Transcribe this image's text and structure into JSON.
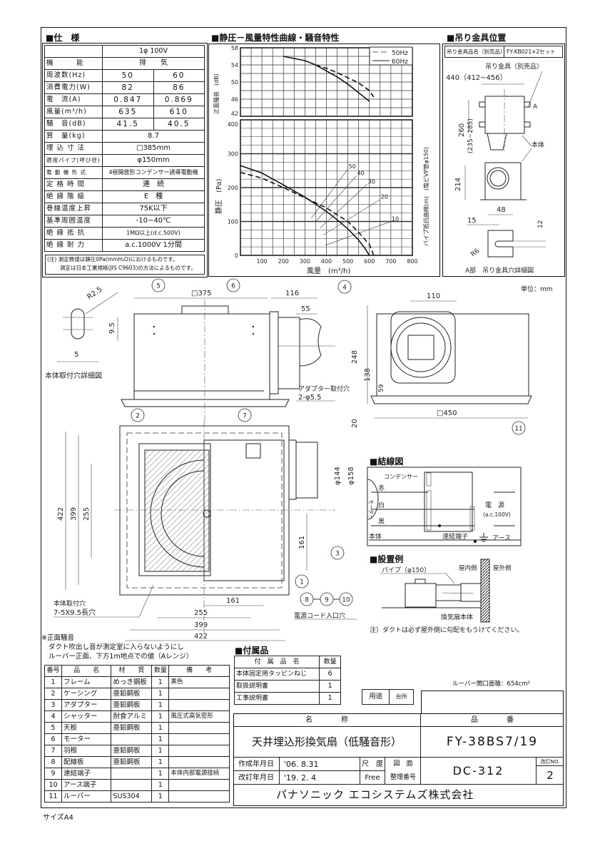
{
  "spec": {
    "title": "■仕　様",
    "voltage": "1φ 100V",
    "rows": [
      {
        "label": "機　　　能",
        "value": "排　　気"
      },
      {
        "label": "周波数(Hz)",
        "v50": "50",
        "v60": "60"
      },
      {
        "label": "消費電力(W)",
        "v50": "82",
        "v60": "86"
      },
      {
        "label": "電　流(A)",
        "v50": "0.847",
        "v60": "0.869"
      },
      {
        "label": "風量(m³/h)",
        "v50": "635",
        "v60": "610"
      },
      {
        "label": "騒　音(dB)",
        "v50": "41.5",
        "v60": "40.5"
      },
      {
        "label": "質　量(kg)",
        "value": "8.7"
      },
      {
        "label": "埋 込 寸 法",
        "value": "□385mm"
      },
      {
        "label": "適用パイプ(呼び径)",
        "value": "φ150mm"
      },
      {
        "label": "電 動 機 形 式",
        "value": "4極開放形コンデンサー誘導電動機"
      },
      {
        "label": "定 格 時 間",
        "value": "連　続"
      },
      {
        "label": "絶 縁 階 級",
        "value": "E　種"
      },
      {
        "label": "巻線温度上昇",
        "value": "75K以下"
      },
      {
        "label": "基準周囲温度",
        "value": "-10~40℃"
      },
      {
        "label": "絶 縁 抵 抗",
        "value": "1MΩ以上(d.c.500V)"
      },
      {
        "label": "絶 縁 耐 力",
        "value": "a.c.1000V 1分間"
      }
    ],
    "note1": "(注) 測定数値は静圧0Pa(mmH₂O)におけるものです。",
    "note2": "測定は日本工業規格(JIS C9603)の方法によるものです。"
  },
  "chart_section": {
    "title": "■静圧－風量特性曲線・騒音特性"
  },
  "chart_data": {
    "type": "line",
    "title": "静圧－風量特性曲線・騒音特性",
    "xlabel": "風量　(m³/h)",
    "x_ticks": [
      "100",
      "200",
      "300",
      "400",
      "500",
      "600",
      "700",
      "800"
    ],
    "xlim": [
      0,
      800
    ],
    "noise": {
      "ylabel": "正面騒音　(dB)",
      "ylim": [
        42,
        58
      ],
      "y_ticks": [
        "42",
        "46",
        "50",
        "54",
        "58"
      ],
      "series": [
        {
          "name": "50Hz",
          "style": "dashed",
          "x": [
            350,
            400,
            450,
            500,
            550,
            600,
            620
          ],
          "y": [
            54,
            53.2,
            52.2,
            51,
            49.8,
            48,
            46.5
          ]
        },
        {
          "name": "60Hz",
          "style": "solid",
          "x": [
            200,
            300,
            350,
            400,
            450,
            500,
            550,
            600
          ],
          "y": [
            56,
            55,
            54,
            52.6,
            51.2,
            49.5,
            47.5,
            45.5
          ]
        }
      ]
    },
    "pressure": {
      "ylabel": "静圧　(Pa)",
      "ylim": [
        0,
        400
      ],
      "y_ticks": [
        "0",
        "100",
        "200",
        "300",
        "400"
      ],
      "series": [
        {
          "name": "50Hz",
          "style": "dashed",
          "x": [
            0,
            100,
            200,
            300,
            400,
            500,
            550,
            600,
            620
          ],
          "y": [
            245,
            228,
            200,
            170,
            140,
            100,
            68,
            32,
            0
          ]
        },
        {
          "name": "60Hz",
          "style": "solid",
          "x": [
            0,
            100,
            200,
            300,
            400,
            450,
            500,
            550,
            580,
            600
          ],
          "y": [
            265,
            243,
            208,
            172,
            130,
            105,
            78,
            45,
            20,
            0
          ]
        }
      ],
      "pipe_curves_label": "パイプ抵抗曲線(m)　(塩ビVP管φ150)",
      "pipe_curves": [
        {
          "label": "50",
          "x": [
            330,
            500
          ],
          "y": [
            110,
            255
          ]
        },
        {
          "label": "40",
          "x": [
            350,
            540
          ],
          "y": [
            100,
            235
          ]
        },
        {
          "label": "30",
          "x": [
            370,
            590
          ],
          "y": [
            80,
            210
          ]
        },
        {
          "label": "20",
          "x": [
            385,
            650
          ],
          "y": [
            60,
            165
          ]
        },
        {
          "label": "10",
          "x": [
            395,
            700
          ],
          "y": [
            30,
            100
          ]
        }
      ]
    },
    "legend": [
      "50Hz",
      "60Hz"
    ],
    "legend_position": "top-right",
    "grid": true
  },
  "bracket": {
    "title": "■吊り金具位置",
    "product_label": "吊り金具品名（別売品）",
    "product_value": "FY-KB021×2セット",
    "fitting_label": "吊り金具（別売品）",
    "width_dim": "440（412~456）",
    "height_dim": "260",
    "height_range": "(235~285)",
    "a_mark": "A",
    "body_label": "本体",
    "dim_214": "214",
    "dim_48": "48",
    "dim_15": "15",
    "dim_12": "12",
    "r6": "R6",
    "detail_caption": "A部　吊り金具穴詳細図"
  },
  "drawing": {
    "unit": "単位：mm",
    "hole_detail_caption": "本体取付穴詳細図",
    "r25": "R2.5",
    "d95": "9.5",
    "d5": "5",
    "d375": "□375",
    "d116": "116",
    "d55": "55",
    "d110": "110",
    "d248": "248",
    "d138": "138",
    "d59": "59",
    "d20": "20",
    "d450": "□450",
    "adapter_hole": "アダプター取付穴",
    "adapter_hole_spec": "2-φ5.5",
    "d144": "φ144",
    "d158": "φ158",
    "d422": "422",
    "d399": "399",
    "d255": "255",
    "d161": "161",
    "mount_hole": "本体取付穴",
    "mount_hole_spec": "7-5X9.5長穴",
    "cord_hole": "電源コード入口穴",
    "callouts": [
      "1",
      "2",
      "3",
      "4",
      "5",
      "6",
      "7",
      "8",
      "9",
      "10",
      "11"
    ]
  },
  "wiring": {
    "title": "■結線図",
    "capacitor": "コンデンサー",
    "red": "赤",
    "white": "白",
    "black": "黒",
    "motor": "モーター",
    "body": "本体",
    "terminal": "速結端子",
    "power": "電　源",
    "power_spec": "(a.c.100V)",
    "earth": "アース"
  },
  "install": {
    "title": "■設置例",
    "pipe": "パイプ（φ150）",
    "indoor": "屋内側",
    "outdoor": "屋外側",
    "fan_body": "換気扇本体",
    "note": "注）ダクトは必ず屋外側に勾配をもうけてください。"
  },
  "noise_note": {
    "title": "※正面騒音",
    "line1": "ダクト吹出し音が測定室に入らないようにし",
    "line2": "ルーバー正面、下方1m地点での値（Aレンジ）"
  },
  "parts": {
    "headers": [
      "番号",
      "品　　名",
      "材　　質",
      "数量",
      "備　　考"
    ],
    "rows": [
      [
        "1",
        "フレーム",
        "めっき鋼板",
        "1",
        "黒色"
      ],
      [
        "2",
        "ケーシング",
        "亜鉛鋼板",
        "1",
        ""
      ],
      [
        "3",
        "アダプター",
        "亜鉛鋼板",
        "1",
        ""
      ],
      [
        "4",
        "シャッター",
        "耐食アルミ",
        "1",
        "風圧式高気密形"
      ],
      [
        "5",
        "天板",
        "亜鉛鋼板",
        "1",
        ""
      ],
      [
        "6",
        "モーター",
        "",
        "1",
        ""
      ],
      [
        "7",
        "羽根",
        "亜鉛鋼板",
        "1",
        ""
      ],
      [
        "8",
        "配線板",
        "亜鉛鋼板",
        "1",
        ""
      ],
      [
        "9",
        "速結端子",
        "",
        "1",
        "本体内部電源接続"
      ],
      [
        "10",
        "アース端子",
        "",
        "1",
        ""
      ],
      [
        "11",
        "ルーバー",
        "SUS304",
        "1",
        ""
      ]
    ]
  },
  "accessories": {
    "title": "■付属品",
    "headers": [
      "付　属　品　名",
      "数量"
    ],
    "rows": [
      [
        "本体固定用タッピンねじ",
        "6"
      ],
      [
        "取扱説明書",
        "1"
      ],
      [
        "工事説明書",
        "1"
      ]
    ]
  },
  "usage": {
    "label": "用途",
    "value": "台所"
  },
  "louver_area": "ルーバー開口面積：654cm²",
  "title_block": {
    "name_header": "名　　　　称",
    "number_header": "品　　　　番",
    "product_name": "天井埋込形換気扇（低騒音形）",
    "product_number": "FY-38BS7/19",
    "created_label": "作成年月日",
    "created_date": "'06. 8.31",
    "revised_label": "改訂年月日",
    "revised_date": "'19. 2. 4",
    "scale_label": "尺　度",
    "scale_value": "Free",
    "drawing_label": "図　面",
    "drawing_label2": "整理番号",
    "drawing_number": "DC-312",
    "revision_label": "改訂NO.",
    "revision_number": "2",
    "company": "パナソニック エコシステムズ株式会社"
  },
  "paper_size": "サイズA4"
}
